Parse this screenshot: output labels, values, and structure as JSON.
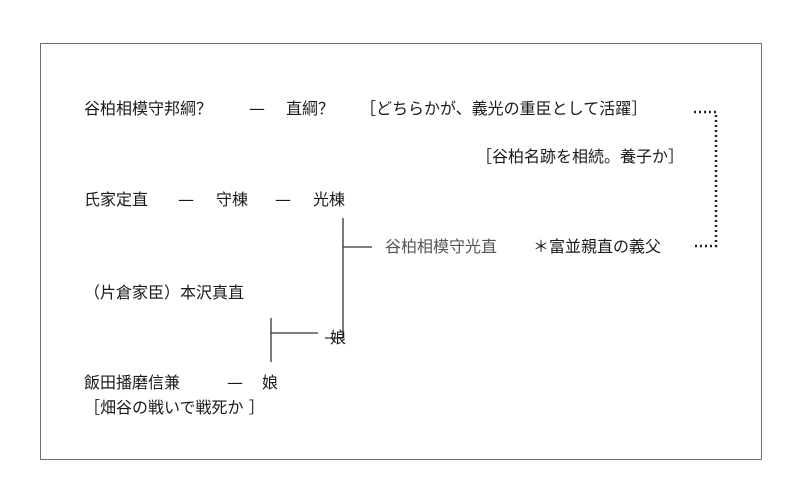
{
  "rows": {
    "row1_left": "谷柏相模守邦綱？",
    "row1_dash": "—",
    "row1_mid": "直綱？",
    "row1_note": "［どちらかが、義光の重臣として活躍］",
    "row2_note": "［谷柏名跡を相続。養子か］",
    "row3_a": "氏家定直",
    "row3_dash1": "—",
    "row3_b": "守棟",
    "row3_dash2": "—",
    "row3_c": "光棟",
    "row4_name": "谷柏相模守光直",
    "row4_note": "＊富並親直の義父",
    "row5_name": "（片倉家臣）本沢真直",
    "row6_daughter": "娘",
    "row7_a": "飯田播磨信兼",
    "row7_dash": "—",
    "row7_b": "娘",
    "row8_note": "［畑谷の戦いで戦死か ］"
  }
}
